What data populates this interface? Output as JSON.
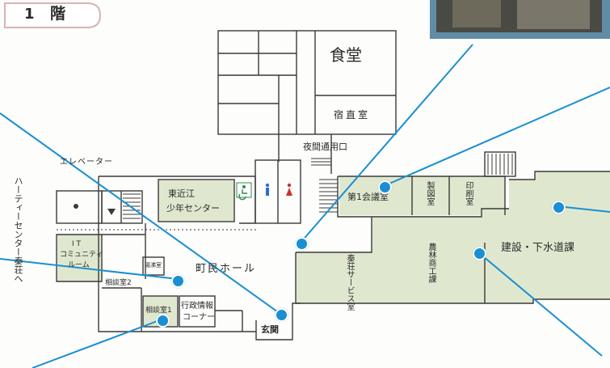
{
  "floor": {
    "number": "1",
    "label": "階"
  },
  "rooms": {
    "cafeteria": "食堂",
    "night_duty_room": "宿直室",
    "night_entrance": "夜間通用口",
    "elevator": "エレベーター",
    "youth_center_1": "東近江",
    "youth_center_2": "少年センター",
    "meeting_room_1": "第1会議室",
    "drafting_room": "製図室",
    "printing_room": "印刷室",
    "it_room_1": "I T",
    "it_room_2": "コミュニティ",
    "it_room_3": "ルーム",
    "reception_room": "湯沸室",
    "consult_room_2": "相談室2",
    "consult_room_1": "相談室1",
    "admin_info_1": "行政情報",
    "admin_info_2": "コーナー",
    "town_hall": "町民ホール",
    "entrance": "玄関",
    "hatasho_service": "秦荘サービス室",
    "agriculture_commerce": "農林商工課",
    "construction_sewer": "建設・下水道課",
    "heart_center": "ハーティーセンター秦荘へ"
  },
  "colors": {
    "room_fill": "#dfe8cf",
    "wall": "#3a3a3a",
    "callout_line": "#1a8fd2",
    "marker": "#1a8fd2",
    "badge_border": "#d8b4b4",
    "restroom_male": "#2f6fc2",
    "restroom_female": "#c8332f",
    "accessible": "#2f8a4a"
  },
  "icons": [
    "elevator-icon",
    "accessible-icon",
    "male-restroom-icon",
    "female-restroom-icon",
    "photo-thumbnail"
  ]
}
